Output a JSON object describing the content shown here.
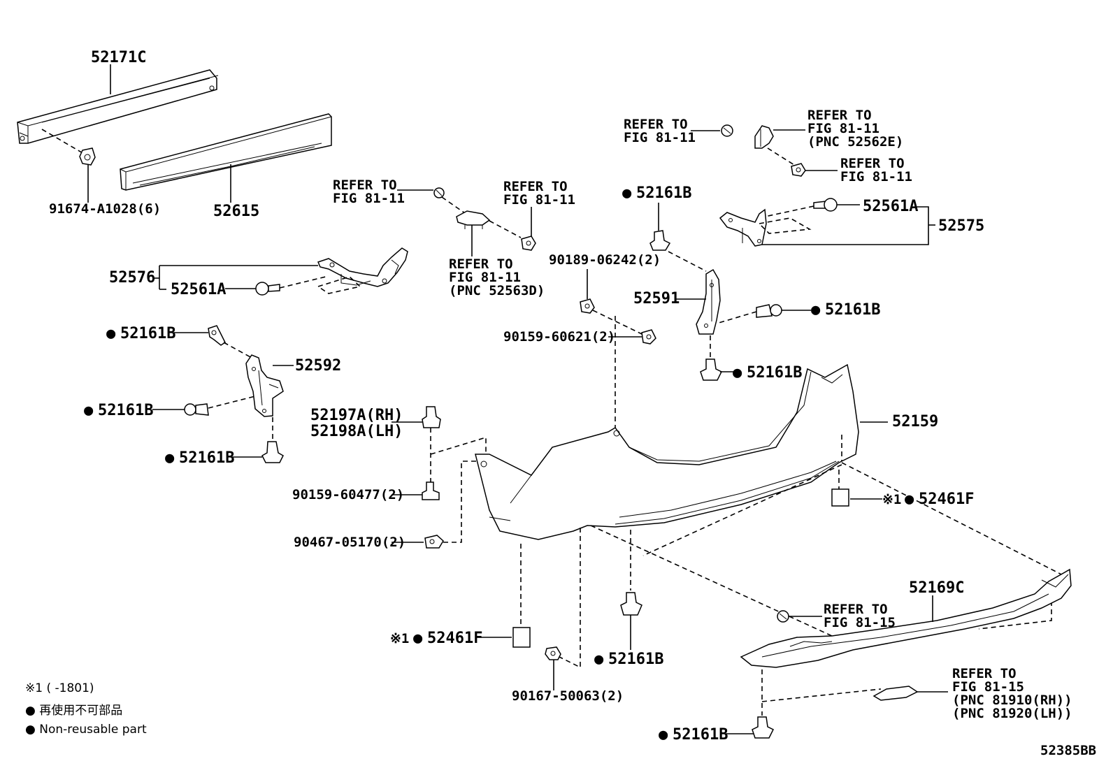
{
  "figure_code": "52385BB",
  "labels": {
    "p52171C": "52171C",
    "p91674": "91674-A1028(6)",
    "p52615": "52615",
    "p52576": "52576",
    "p52561A_l": "52561A",
    "p52161B_1": "52161B",
    "p52592": "52592",
    "p52161B_2": "52161B",
    "p52161B_3": "52161B",
    "p52197A": "52197A(RH)",
    "p52198A": "52198A(LH)",
    "p90159_60477": "90159-60477(2)",
    "p90467": "90467-05170(2)",
    "p52461F_l": "52461F",
    "p90167": "90167-50063(2)",
    "p52161B_4": "52161B",
    "p52161B_5": "52161B",
    "p90189": "90189-06242(2)",
    "p90159_60621": "90159-60621(2)",
    "p52161B_6": "52161B",
    "p52591": "52591",
    "p52161B_7": "52161B",
    "p52161B_8": "52161B",
    "p52159": "52159",
    "p52461F_r": "52461F",
    "p52169C": "52169C",
    "p52561A_r": "52561A",
    "p52575": "52575"
  },
  "refer": {
    "r1a": "REFER TO",
    "r1b": "FIG 81-11",
    "r2a": "REFER TO",
    "r2b": "FIG 81-11",
    "r3a": "REFER TO",
    "r3b": "FIG 81-11",
    "r3c": "(PNC 52563D)",
    "r4a": "REFER TO",
    "r4b": "FIG 81-11",
    "r5a": "REFER TO",
    "r5b": "FIG 81-11",
    "r5c": "(PNC 52562E)",
    "r6a": "REFER TO",
    "r6b": "FIG 81-11",
    "r7a": "REFER TO",
    "r7b": "FIG 81-15",
    "r8a": "REFER TO",
    "r8b": "FIG 81-15",
    "r8c": "(PNC 81910(RH))",
    "r8d": "(PNC 81920(LH))"
  },
  "marks": {
    "ref1": "※1",
    "dot": "●"
  },
  "legend": {
    "note1": "※1 (    -1801)",
    "jp": "● 再使用不可部品",
    "en": "● Non-reusable part"
  }
}
